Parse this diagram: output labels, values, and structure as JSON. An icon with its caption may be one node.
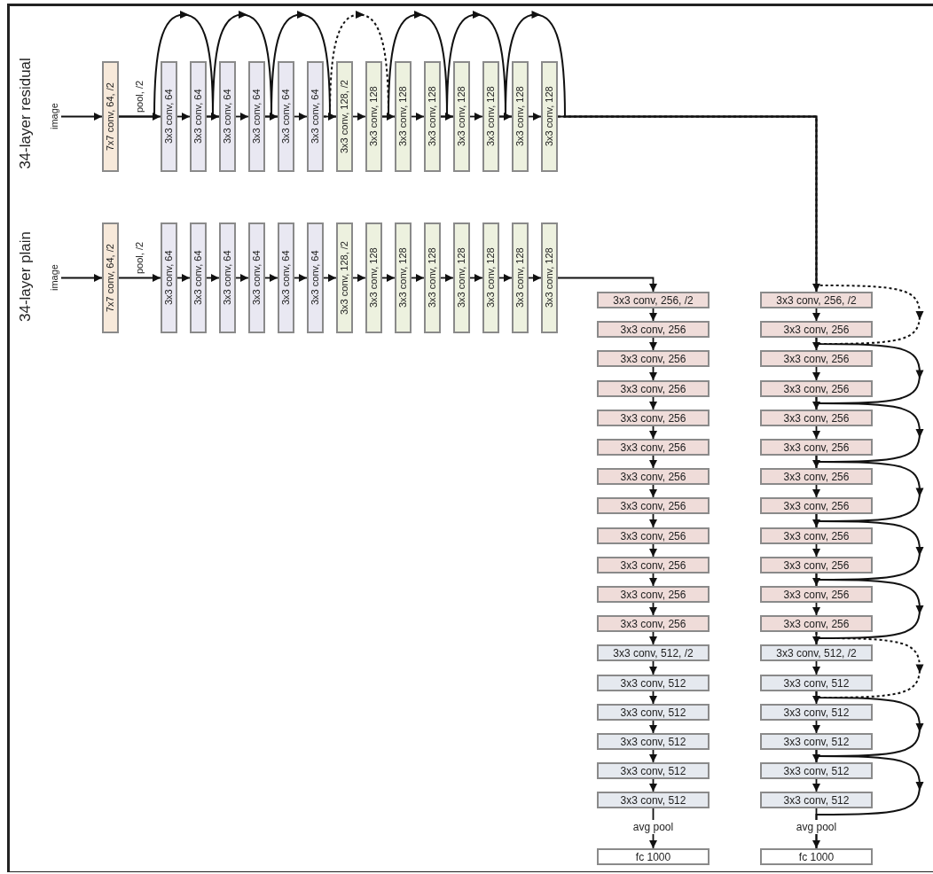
{
  "diagram": {
    "nodes": [
      {
        "text": [
          "image"
        ]
      },
      {
        "text": [
          "7x7 conv, 64, /2"
        ]
      },
      {
        "text": [
          "3x3 conv, 64"
        ]
      },
      {
        "text": [
          "3x3 conv, 64"
        ]
      },
      {
        "text": [
          "3x3 conv, 64"
        ]
      },
      {
        "text": [
          "3x3 conv, 64"
        ]
      },
      {
        "text": [
          "3x3 conv, 64"
        ]
      },
      {
        "text": [
          "3x3 conv, 64"
        ]
      },
      {
        "text": [
          "3x3 conv, 128, /2"
        ]
      },
      {
        "text": [
          "3x3 conv, 128"
        ]
      },
      {
        "text": [
          "3x3 conv, 128"
        ]
      },
      {
        "text": [
          "3x3 conv, 128"
        ]
      },
      {
        "text": [
          "3x3 conv, 128"
        ]
      },
      {
        "text": [
          "3x3 conv, 128"
        ]
      },
      {
        "text": [
          "3x3 conv, 128"
        ]
      },
      {
        "text": [
          "3x3 conv, 128"
        ]
      },
      {
        "text": [
          "image"
        ]
      },
      {
        "text": [
          "7x7 conv, 64, /2"
        ]
      },
      {
        "text": [
          "3x3 conv, 64"
        ]
      },
      {
        "text": [
          "3x3 conv, 64"
        ]
      },
      {
        "text": [
          "3x3 conv, 64"
        ]
      },
      {
        "text": [
          "3x3 conv, 64"
        ]
      },
      {
        "text": [
          "3x3 conv, 64"
        ]
      },
      {
        "text": [
          "3x3 conv, 64"
        ]
      },
      {
        "text": [
          "3x3 conv, 128, /2"
        ]
      },
      {
        "text": [
          "3x3 conv, 128"
        ]
      },
      {
        "text": [
          "3x3 conv, 128"
        ]
      },
      {
        "text": [
          "3x3 conv, 128"
        ]
      },
      {
        "text": [
          "3x3 conv, 128"
        ]
      },
      {
        "text": [
          "3x3 conv, 128"
        ]
      },
      {
        "text": [
          "3x3 conv, 128"
        ]
      },
      {
        "text": [
          "3x3 conv, 128"
        ]
      },
      {
        "text": [
          "3x3 conv, 256, /2"
        ]
      },
      {
        "text": [
          "3x3 conv, 256"
        ]
      },
      {
        "text": [
          "3x3 conv, 256"
        ]
      },
      {
        "text": [
          "3x3 conv, 256"
        ]
      },
      {
        "text": [
          "3x3 conv, 256"
        ]
      },
      {
        "text": [
          "3x3 conv, 256"
        ]
      },
      {
        "text": [
          "3x3 conv, 256"
        ]
      },
      {
        "text": [
          "3x3 conv, 256"
        ]
      },
      {
        "text": [
          "3x3 conv, 256"
        ]
      },
      {
        "text": [
          "3x3 conv, 256"
        ]
      },
      {
        "text": [
          "3x3 conv, 256"
        ]
      },
      {
        "text": [
          "3x3 conv, 256"
        ]
      },
      {
        "text": [
          "3x3 conv, 512, /2"
        ]
      },
      {
        "text": [
          "3x3 conv, 512"
        ]
      },
      {
        "text": [
          "3x3 conv, 512"
        ]
      },
      {
        "text": [
          "3x3 conv, 512"
        ]
      },
      {
        "text": [
          "3x3 conv, 512"
        ]
      },
      {
        "text": [
          "3x3 conv, 512"
        ]
      },
      {
        "text": [
          "fc 1000"
        ]
      },
      {
        "text": [
          "3x3 conv, 256, /2"
        ]
      },
      {
        "text": [
          "3x3 conv, 256"
        ]
      },
      {
        "text": [
          "3x3 conv, 256"
        ]
      },
      {
        "text": [
          "3x3 conv, 256"
        ]
      },
      {
        "text": [
          "3x3 conv, 256"
        ]
      },
      {
        "text": [
          "3x3 conv, 256"
        ]
      },
      {
        "text": [
          "3x3 conv, 256"
        ]
      },
      {
        "text": [
          "3x3 conv, 256"
        ]
      },
      {
        "text": [
          "3x3 conv, 256"
        ]
      },
      {
        "text": [
          "3x3 conv, 256"
        ]
      },
      {
        "text": [
          "3x3 conv, 256"
        ]
      },
      {
        "text": [
          "3x3 conv, 256"
        ]
      },
      {
        "text": [
          "3x3 conv, 512, /2"
        ]
      },
      {
        "text": [
          "3x3 conv, 512"
        ]
      },
      {
        "text": [
          "3x3 conv, 512"
        ]
      },
      {
        "text": [
          "3x3 conv, 512"
        ]
      },
      {
        "text": [
          "3x3 conv, 512"
        ]
      },
      {
        "text": [
          "3x3 conv, 512"
        ]
      },
      {
        "text": [
          "fc 1000"
        ]
      }
    ],
    "edges": [
      {
        "from": 0,
        "to": 1,
        "arrow": "to"
      },
      {
        "from": 1,
        "to": 2,
        "arrow": "to",
        "label": "pool, /2"
      },
      {
        "from": 2,
        "to": 3,
        "arrow": "to"
      },
      {
        "from": 3,
        "to": 4,
        "arrow": "to"
      },
      {
        "from": 4,
        "to": 5,
        "arrow": "to"
      },
      {
        "from": 5,
        "to": 6,
        "arrow": "to"
      },
      {
        "from": 6,
        "to": 7,
        "arrow": "to"
      },
      {
        "from": 7,
        "to": 8,
        "arrow": "to"
      },
      {
        "from": 8,
        "to": 9,
        "arrow": "to"
      },
      {
        "from": 9,
        "to": 10,
        "arrow": "to"
      },
      {
        "from": 10,
        "to": 11,
        "arrow": "to"
      },
      {
        "from": 11,
        "to": 12,
        "arrow": "to"
      },
      {
        "from": 12,
        "to": 13,
        "arrow": "to"
      },
      {
        "from": 13,
        "to": 14,
        "arrow": "to"
      },
      {
        "from": 14,
        "to": 15,
        "arrow": "to"
      },
      {
        "from": 15,
        "to": 51,
        "arrow": "to"
      },
      {
        "from": 16,
        "to": 17,
        "arrow": "to"
      },
      {
        "from": 17,
        "to": 18,
        "arrow": "to",
        "label": "pool, /2"
      },
      {
        "from": 18,
        "to": 19,
        "arrow": "to"
      },
      {
        "from": 19,
        "to": 20,
        "arrow": "to"
      },
      {
        "from": 20,
        "to": 21,
        "arrow": "to"
      },
      {
        "from": 21,
        "to": 22,
        "arrow": "to"
      },
      {
        "from": 22,
        "to": 23,
        "arrow": "to"
      },
      {
        "from": 23,
        "to": 24,
        "arrow": "to"
      },
      {
        "from": 24,
        "to": 25,
        "arrow": "to"
      },
      {
        "from": 25,
        "to": 26,
        "arrow": "to"
      },
      {
        "from": 26,
        "to": 27,
        "arrow": "to"
      },
      {
        "from": 27,
        "to": 28,
        "arrow": "to"
      },
      {
        "from": 28,
        "to": 29,
        "arrow": "to"
      },
      {
        "from": 29,
        "to": 30,
        "arrow": "to"
      },
      {
        "from": 30,
        "to": 31,
        "arrow": "to"
      },
      {
        "from": 31,
        "to": 32,
        "arrow": "to"
      },
      {
        "from": 32,
        "to": 33,
        "arrow": "to"
      },
      {
        "from": 33,
        "to": 34,
        "arrow": "to"
      },
      {
        "from": 34,
        "to": 35,
        "arrow": "to"
      },
      {
        "from": 35,
        "to": 36,
        "arrow": "to"
      },
      {
        "from": 36,
        "to": 37,
        "arrow": "to"
      },
      {
        "from": 37,
        "to": 38,
        "arrow": "to"
      },
      {
        "from": 38,
        "to": 39,
        "arrow": "to"
      },
      {
        "from": 39,
        "to": 40,
        "arrow": "to"
      },
      {
        "from": 40,
        "to": 41,
        "arrow": "to"
      },
      {
        "from": 41,
        "to": 42,
        "arrow": "to"
      },
      {
        "from": 42,
        "to": 43,
        "arrow": "to"
      },
      {
        "from": 43,
        "to": 44,
        "arrow": "to"
      },
      {
        "from": 44,
        "to": 45,
        "arrow": "to"
      },
      {
        "from": 45,
        "to": 46,
        "arrow": "to"
      },
      {
        "from": 46,
        "to": 47,
        "arrow": "to"
      },
      {
        "from": 47,
        "to": 48,
        "arrow": "to"
      },
      {
        "from": 48,
        "to": 49,
        "arrow": "to"
      },
      {
        "from": 49,
        "to": 50,
        "arrow": "to",
        "label": "avg pool"
      },
      {
        "from": 51,
        "to": 52,
        "arrow": "to"
      },
      {
        "from": 52,
        "to": 53,
        "arrow": "to"
      },
      {
        "from": 53,
        "to": 54,
        "arrow": "to"
      },
      {
        "from": 54,
        "to": 55,
        "arrow": "to"
      },
      {
        "from": 55,
        "to": 56,
        "arrow": "to"
      },
      {
        "from": 56,
        "to": 57,
        "arrow": "to"
      },
      {
        "from": 57,
        "to": 58,
        "arrow": "to"
      },
      {
        "from": 58,
        "to": 59,
        "arrow": "to"
      },
      {
        "from": 59,
        "to": 60,
        "arrow": "to"
      },
      {
        "from": 60,
        "to": 61,
        "arrow": "to"
      },
      {
        "from": 61,
        "to": 62,
        "arrow": "to"
      },
      {
        "from": 62,
        "to": 63,
        "arrow": "to"
      },
      {
        "from": 63,
        "to": 64,
        "arrow": "to"
      },
      {
        "from": 64,
        "to": 65,
        "arrow": "to"
      },
      {
        "from": 65,
        "to": 66,
        "arrow": "to"
      },
      {
        "from": 66,
        "to": 67,
        "arrow": "to"
      },
      {
        "from": 67,
        "to": 68,
        "arrow": "to"
      },
      {
        "from": 68,
        "to": 69,
        "arrow": "to",
        "label": "avg pool"
      },
      {
        "from": 1,
        "to": 4,
        "arrow": "to"
      },
      {
        "from": 3,
        "to": 6,
        "arrow": "to"
      },
      {
        "from": 5,
        "to": 8,
        "arrow": "to"
      },
      {
        "from": 7,
        "to": 10,
        "arrow": "to",
        "style": "dashed"
      },
      {
        "from": 9,
        "to": 12,
        "arrow": "to"
      },
      {
        "from": 11,
        "to": 14,
        "arrow": "to"
      },
      {
        "from": 13,
        "to": 51,
        "arrow": "to"
      },
      {
        "from": 15,
        "to": 53,
        "arrow": "to",
        "style": "dashed"
      },
      {
        "from": 52,
        "to": 55,
        "arrow": "to"
      },
      {
        "from": 54,
        "to": 57,
        "arrow": "to"
      },
      {
        "from": 56,
        "to": 59,
        "arrow": "to"
      },
      {
        "from": 58,
        "to": 61,
        "arrow": "to"
      },
      {
        "from": 60,
        "to": 63,
        "arrow": "to"
      },
      {
        "from": 62,
        "to": 65,
        "arrow": "to",
        "style": "dashed"
      },
      {
        "from": 64,
        "to": 67,
        "arrow": "to"
      },
      {
        "from": 66,
        "to": 69,
        "arrow": "to"
      }
    ],
    "labels": [
      "34-layer residual",
      "34-layer plain"
    ]
  }
}
